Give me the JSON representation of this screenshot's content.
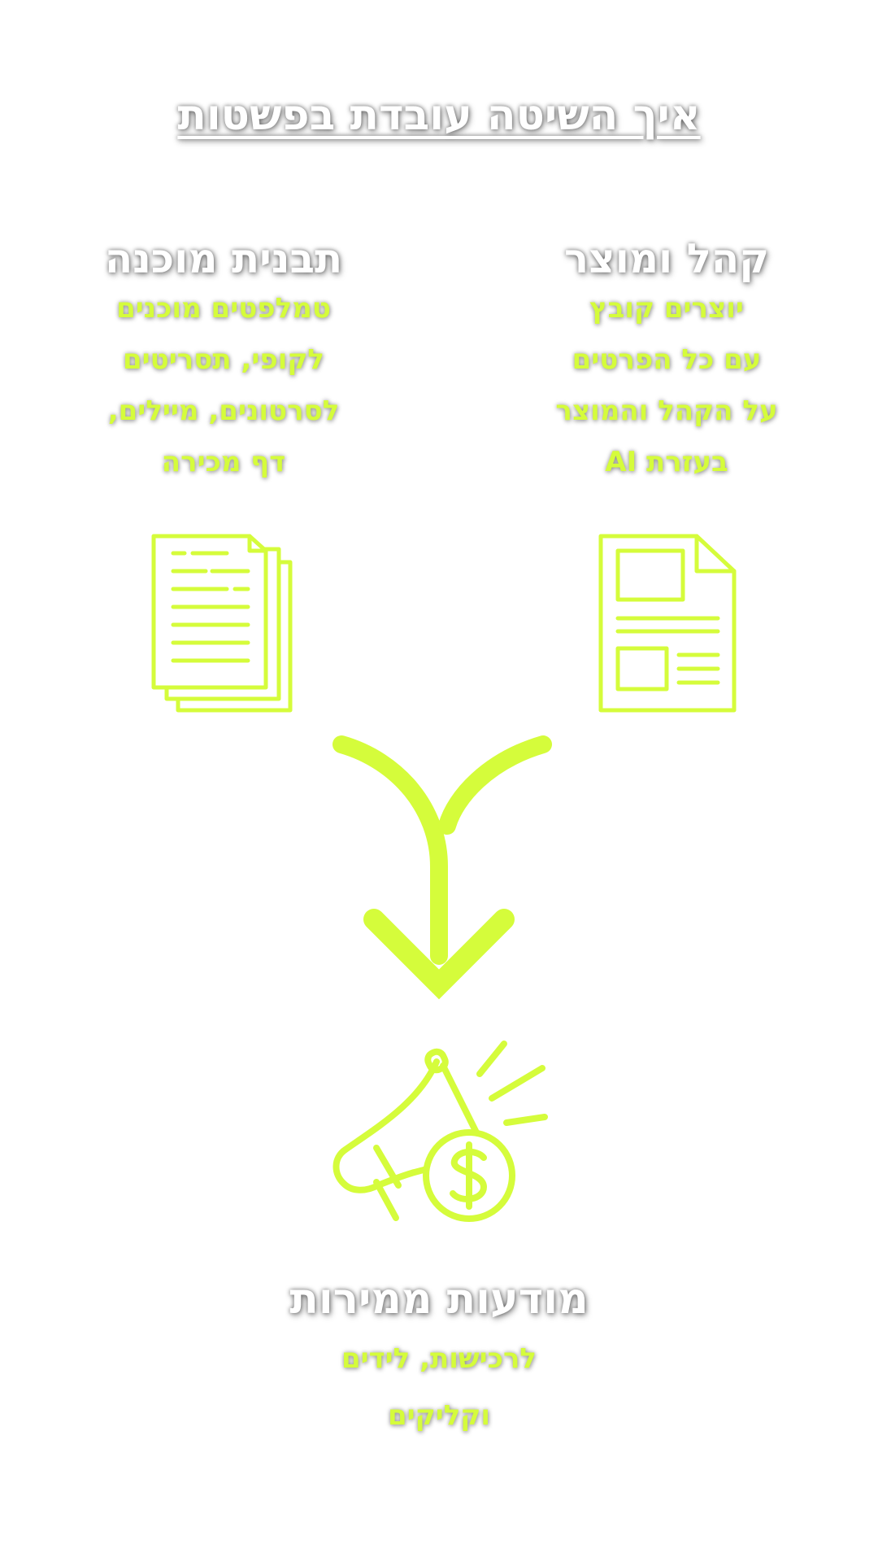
{
  "title": "איך השיטה עובדת בפשטות",
  "colors": {
    "accent": "#d5fc3b",
    "heading": "#ffffff",
    "background": "#ffffff"
  },
  "steps": [
    {
      "heading": "קהל ומוצר",
      "lines": [
        "יוצרים קובץ",
        "עם כל הפרטים",
        "על הקהל והמוצר",
        "בעזרת AI"
      ],
      "icon": "document-layout-icon"
    },
    {
      "heading": "תבנית מוכנה",
      "lines": [
        "טמלפטים מוכנים",
        "לקופי, תסריטים",
        "לסרטונים, מיילים,",
        "דף מכירה"
      ],
      "icon": "stacked-documents-icon"
    }
  ],
  "merge_icon": "merge-arrow-icon",
  "result": {
    "heading": "מודעות ממירות",
    "lines": [
      "לרכישות, לידים",
      "וקליקים"
    ],
    "icon": "megaphone-dollar-icon"
  }
}
